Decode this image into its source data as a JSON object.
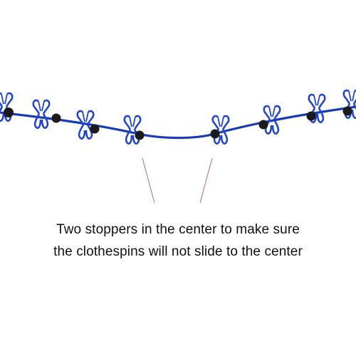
{
  "image": {
    "subject": "Blue clothesline with clothespin clips and black bead stoppers",
    "colors": {
      "background": "#ffffff",
      "rope": "#1a3bb8",
      "clip": "#2346c8",
      "stopper": "#1b1b1b",
      "pointer": "#b85a5a",
      "text": "#111111"
    }
  },
  "caption": {
    "line1": "Two stoppers in the center to make sure",
    "line2": "the clothespins will not slide to the center"
  }
}
